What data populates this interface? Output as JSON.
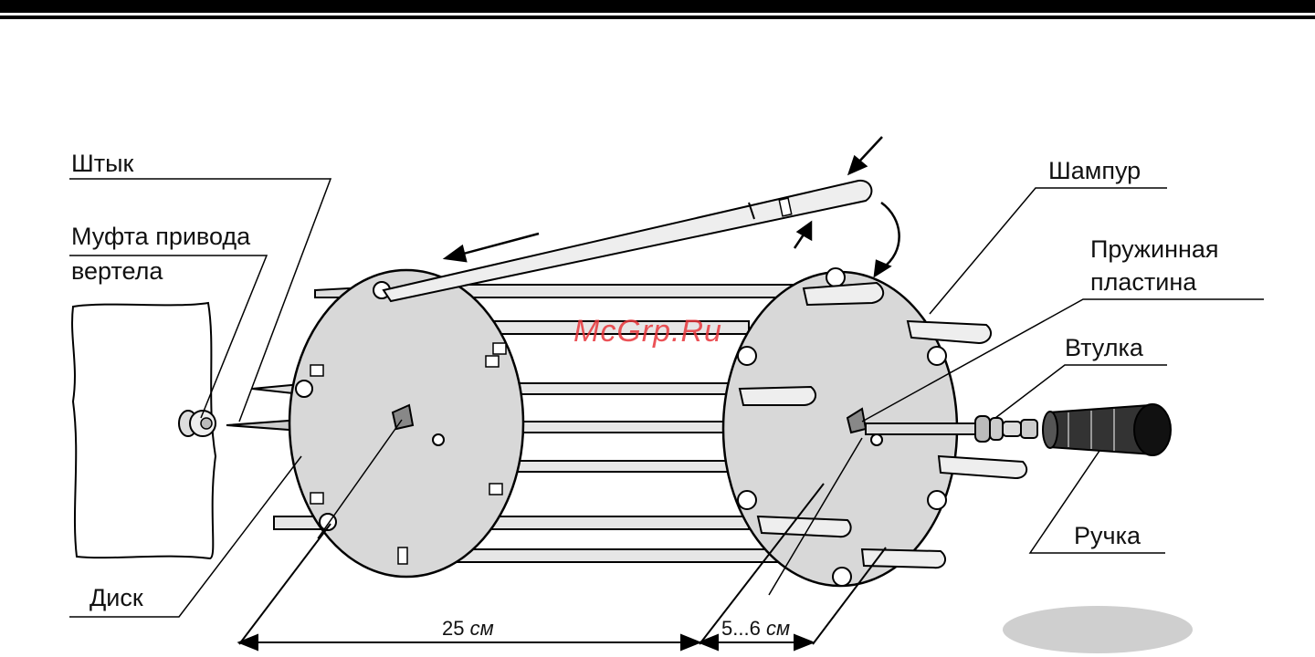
{
  "labels": {
    "shtyk": "Штык",
    "mufta_line1": "Муфта привода",
    "mufta_line2": "вертела",
    "disk": "Диск",
    "shampur": "Шампур",
    "plastina_line1": "Пружинная",
    "plastina_line2": "пластина",
    "vtulka": "Втулка",
    "ruchka": "Ручка"
  },
  "dimensions": {
    "length_left_value": "25",
    "length_right_value": "5...6",
    "unit": "см"
  },
  "watermark": "McGrp.Ru"
}
